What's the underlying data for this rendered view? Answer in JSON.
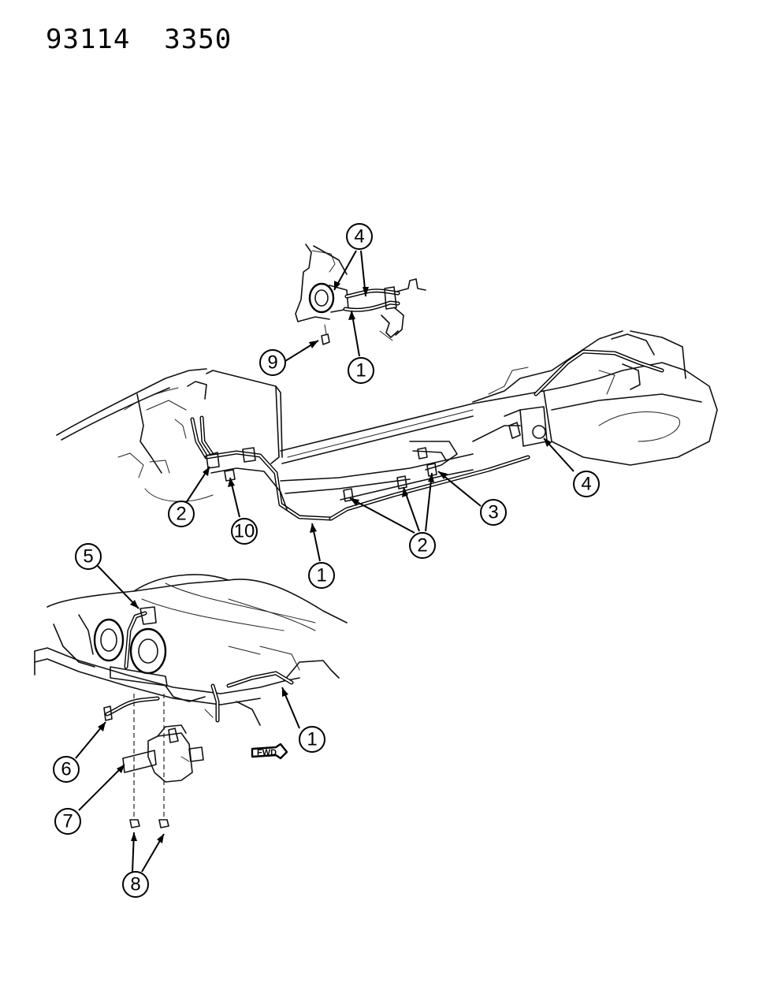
{
  "header": {
    "code": "93114  3350"
  },
  "callouts": [
    {
      "id": "c4a",
      "label": "4"
    },
    {
      "id": "c9",
      "label": "9"
    },
    {
      "id": "c1a",
      "label": "1"
    },
    {
      "id": "c2a",
      "label": "2"
    },
    {
      "id": "c10",
      "label": "10"
    },
    {
      "id": "c1b",
      "label": "1"
    },
    {
      "id": "c2b",
      "label": "2"
    },
    {
      "id": "c3",
      "label": "3"
    },
    {
      "id": "c4b",
      "label": "4"
    },
    {
      "id": "c5",
      "label": "5"
    },
    {
      "id": "c1c",
      "label": "1"
    },
    {
      "id": "c6",
      "label": "6"
    },
    {
      "id": "c7",
      "label": "7"
    },
    {
      "id": "c8",
      "label": "8"
    }
  ],
  "fwd_label": "FWD"
}
